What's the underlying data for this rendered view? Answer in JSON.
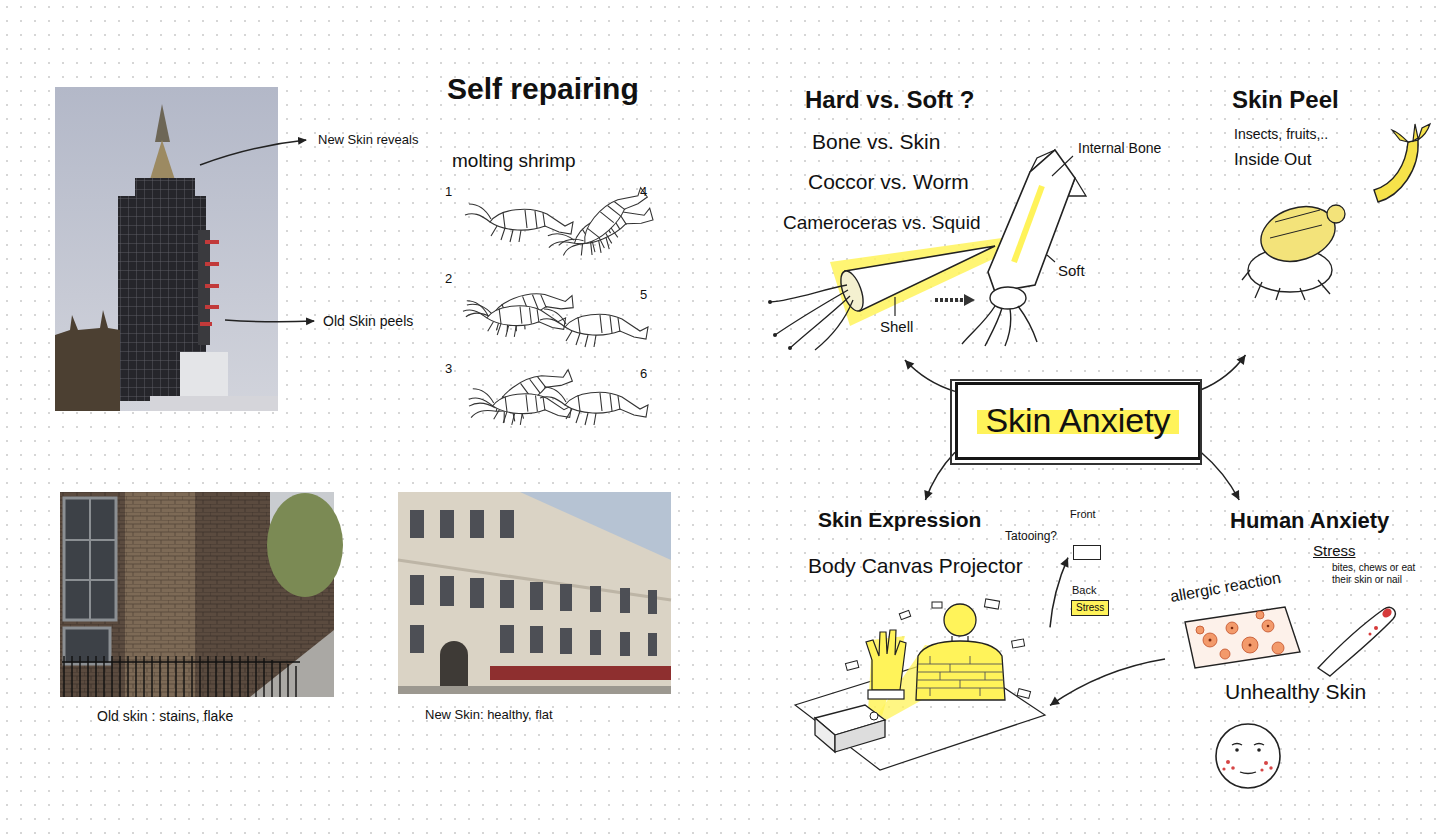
{
  "diagram": {
    "title": "Self repairing",
    "nodes": [
      {
        "text": [
          "Hard vs. Soft ?",
          "Bone vs. Skin",
          "Coccor vs. Worm",
          "Cameroceras vs. Squid"
        ]
      },
      {
        "text": [
          "Skin Peel",
          "Insects, fruits,..",
          "Inside Out"
        ]
      },
      {
        "text": [
          "Skin Anxiety"
        ]
      },
      {
        "text": [
          "Skin Expression",
          "Body Canvas Projector"
        ]
      },
      {
        "text": [
          "Front"
        ]
      },
      {
        "text": [
          "Back",
          "Stress"
        ]
      },
      {
        "text": [
          "Human Anxiety"
        ]
      }
    ],
    "edges": [
      {
        "from": 2,
        "to": 0,
        "arrow": "to"
      },
      {
        "from": 2,
        "to": 1,
        "arrow": "to"
      },
      {
        "from": 2,
        "to": 3,
        "arrow": "to"
      },
      {
        "from": 2,
        "to": 6,
        "arrow": "to"
      },
      {
        "from": 6,
        "to": 3,
        "arrow": "to"
      },
      {
        "from": 3,
        "to": 4,
        "arrow": "to"
      }
    ],
    "labels": [
      "New Skin reveals",
      "Old Skin peels",
      "molting shrimp",
      "1",
      "4",
      "2",
      "5",
      "3",
      "6",
      "Old skin : stains, flake",
      "New Skin: healthy, flat",
      "Internal Bone",
      "Soft",
      "Shell",
      "Tatooing?",
      "allergic reaction",
      "Stress",
      "bites, chews or eat their skin or nail",
      "Unhealthy Skin"
    ]
  }
}
